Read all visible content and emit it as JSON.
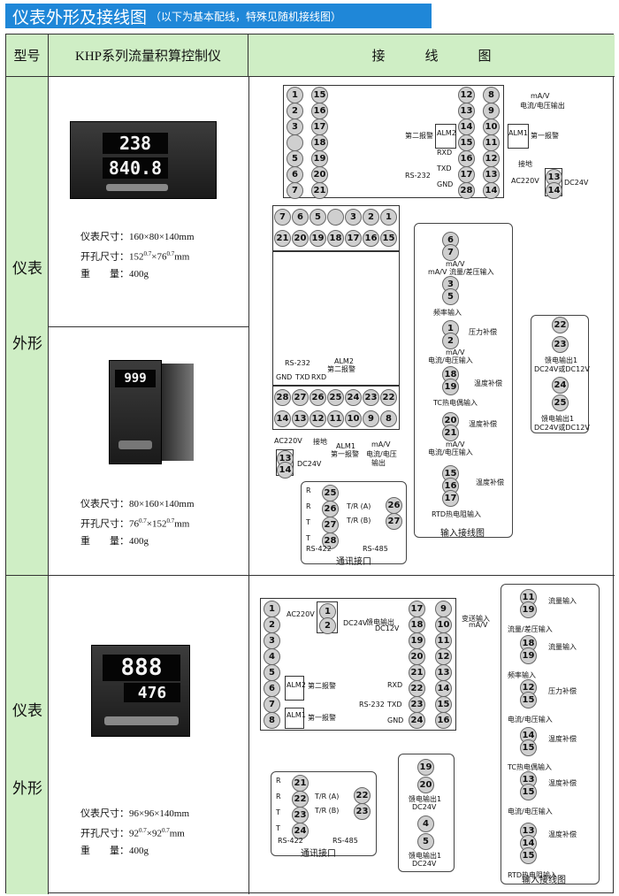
{
  "page": {
    "title_main": "仪表外形及接线图",
    "title_note": "（以下为基本配线，特殊见随机接线图）"
  },
  "table": {
    "col_model": "型号",
    "col_product": "KHP系列流量积算控制仪",
    "col_wiring": "接　　　线　　　图",
    "row1_label_a": "仪表",
    "row1_label_b": "外形",
    "row2_label_a": "仪表",
    "row2_label_b": "外形"
  },
  "specs": [
    {
      "size": "仪表尺寸：160×80×140mm",
      "cut_prefix": "开孔尺寸：152",
      "cut_mid": "×76",
      "cut_suffix": "mm",
      "sup": "0.7",
      "weight": "重　　量：400g"
    },
    {
      "size": "仪表尺寸：80×160×140mm",
      "cut_prefix": "开孔尺寸：76",
      "cut_mid": "×152",
      "cut_suffix": "mm",
      "sup": "0.7",
      "weight": "重　　量：400g"
    },
    {
      "size": "仪表尺寸：96×96×140mm",
      "cut_prefix": "开孔尺寸：92",
      "cut_mid": "×92",
      "cut_suffix": "mm",
      "sup": "0.7",
      "weight": "重　　量：400g"
    }
  ],
  "devices": [
    {
      "top_value": "238",
      "bottom_value": "840.8"
    },
    {
      "top_value": "999"
    },
    {
      "top_value": "888",
      "bottom_value": "476"
    }
  ],
  "diag1": {
    "left_col": [
      "1",
      "2",
      "3",
      "",
      "5",
      "6",
      "7"
    ],
    "mid_col": [
      "15",
      "16",
      "17",
      "18",
      "19",
      "20",
      "21"
    ],
    "r1": [
      "12",
      "13",
      "14",
      "15",
      "16",
      "17",
      "28"
    ],
    "r2": [
      "8",
      "9",
      "10",
      "11",
      "12",
      "13",
      "14"
    ],
    "power": [
      "13",
      "14"
    ],
    "labels": {
      "ma": "mA/V",
      "cur": "电流/电压输出",
      "alm2": "ALM2",
      "alm1": "ALM1",
      "alarm2": "第二报警",
      "alarm1": "第一报警",
      "rxd": "RXD",
      "txd": "TXD",
      "gnd": "GND",
      "rs232": "RS-232",
      "earth": "接地",
      "ac": "AC220V",
      "dc": "DC24V"
    }
  },
  "diag2": {
    "top_row": [
      "7",
      "6",
      "5",
      "",
      "3",
      "2",
      "1"
    ],
    "row2": [
      "21",
      "20",
      "19",
      "18",
      "17",
      "16",
      "15"
    ],
    "row3": [
      "28",
      "27",
      "26",
      "25",
      "24",
      "23",
      "22"
    ],
    "row4": [
      "14",
      "13",
      "12",
      "11",
      "10",
      "9",
      "8"
    ],
    "labels": {
      "rs232": "RS-232",
      "alm2": "ALM2",
      "alarm2": "第二报警",
      "gnd": "GND",
      "txd": "TXD",
      "rxd": "RXD",
      "ac": "AC220V",
      "earth": "接地",
      "alm1": "ALM1",
      "alarm1": "第一报警",
      "ma": "mA/V",
      "cur": "电流/电压",
      "out": "输出",
      "dc": "DC24V"
    }
  },
  "comm1": {
    "left": [
      "25",
      "26",
      "27",
      "28"
    ],
    "right": [
      "26",
      "27"
    ],
    "side": [
      "R",
      "R",
      "T",
      "T"
    ],
    "tr_a": "T/R (A)",
    "tr_b": "T/R (B)",
    "rs422": "RS-422",
    "rs485": "RS-485",
    "title": "通讯接口"
  },
  "input1": {
    "groups": [
      {
        "nums": [
          "6",
          "7"
        ],
        "label": "mA/V 流量/差压输入"
      },
      {
        "nums": [
          "3",
          "5"
        ],
        "label": "频率输入"
      },
      {
        "nums": [
          "1",
          "2"
        ],
        "side": "压力补偿"
      },
      {
        "nums": [
          "",
          ""
        ],
        "label": "电流/电压输入"
      },
      {
        "nums": [
          "18",
          "19"
        ],
        "side": "温度补偿",
        "label": "TC热电偶输入"
      },
      {
        "nums": [
          "20",
          "21"
        ],
        "side": "温度补偿",
        "label": "电流/电压输入"
      },
      {
        "nums": [
          "15",
          "16",
          "17"
        ],
        "side": "温度补偿",
        "label": "RTD热电阻输入"
      }
    ],
    "title": "输入接线图",
    "ma": "mA/V"
  },
  "feed1": {
    "a": [
      "22",
      "23"
    ],
    "a_label1": "馈电输出1",
    "a_label2": "DC24V或DC12V",
    "b": [
      "24",
      "25"
    ],
    "b_label1": "馈电输出1",
    "b_label2": "DC24V或DC12V"
  },
  "diag3": {
    "left": [
      "1",
      "2",
      "3",
      "4",
      "5",
      "6",
      "7",
      "8"
    ],
    "mid": [
      "17",
      "18",
      "19",
      "20",
      "21",
      "22",
      "23",
      "24"
    ],
    "right": [
      "9",
      "10",
      "11",
      "12",
      "13",
      "14",
      "15",
      "16"
    ],
    "pwr": [
      "1",
      "2"
    ],
    "labels": {
      "ac": "AC220V",
      "dc": "DC24V",
      "feed": "馈电输出",
      "dc12": "DC12V",
      "trans": "变送输入",
      "ma": "mA/V",
      "alm2": "ALM2",
      "alarm2": "第二报警",
      "alm1": "ALM1",
      "alarm1": "第一报警",
      "rxd": "RXD",
      "txd": "TXD",
      "gnd": "GND",
      "rs232": "RS-232"
    }
  },
  "comm2": {
    "left": [
      "21",
      "22",
      "23",
      "24"
    ],
    "right": [
      "22",
      "23"
    ],
    "side": [
      "R",
      "R",
      "T",
      "T"
    ],
    "tr_a": "T/R (A)",
    "tr_b": "T/R (B)",
    "rs422": "RS-422",
    "rs485": "RS-485",
    "title": "通讯接口"
  },
  "feed2": {
    "a": [
      "19",
      "20"
    ],
    "a_label1": "馈电输出1",
    "a_label2": "DC24V",
    "b": [
      "4",
      "5"
    ],
    "b_label1": "馈电输出1",
    "b_label2": "DC24V"
  },
  "input2": {
    "groups": [
      {
        "nums": [
          "11",
          "19"
        ],
        "side": "流量输入",
        "label": "流量/差压输入"
      },
      {
        "nums": [
          "18",
          "19"
        ],
        "side": "流量输入",
        "label": "频率输入"
      },
      {
        "nums": [
          "12",
          "15"
        ],
        "side": "压力补偿",
        "label": "电流/电压输入"
      },
      {
        "nums": [
          "14",
          "15"
        ],
        "side": "温度补偿",
        "label": "TC热电偶输入"
      },
      {
        "nums": [
          "13",
          "15"
        ],
        "side": "温度补偿",
        "label": "电流/电压输入"
      },
      {
        "nums": [
          "13",
          "14",
          "15"
        ],
        "side": "温度补偿",
        "label": "RTD热电阻输入"
      }
    ],
    "title": "输入接线图",
    "ma": "mA/V"
  }
}
